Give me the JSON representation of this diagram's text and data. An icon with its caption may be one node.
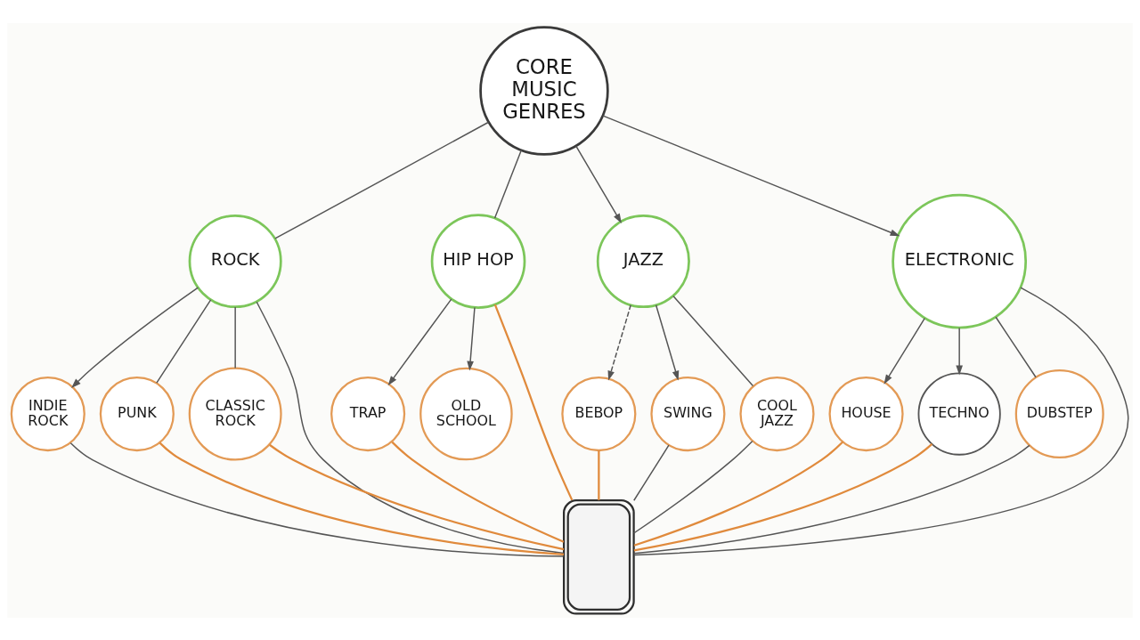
{
  "diagram": {
    "nodes": [
      {
        "text": [
          "CORE MUSIC GENRES"
        ]
      },
      {
        "text": [
          "ROCK"
        ]
      },
      {
        "text": [
          "HIP HOP"
        ]
      },
      {
        "text": [
          "JAZZ"
        ]
      },
      {
        "text": [
          "ELECTRONIC"
        ]
      },
      {
        "text": [
          "INDIE ROCK"
        ]
      },
      {
        "text": [
          "PUNK"
        ]
      },
      {
        "text": [
          "CLASSIC ROCK"
        ]
      },
      {
        "text": [
          "TRAP"
        ]
      },
      {
        "text": [
          "OLD SCHOOL"
        ]
      },
      {
        "text": [
          "BEBOP"
        ]
      },
      {
        "text": [
          "SWING"
        ]
      },
      {
        "text": [
          "COOL JAZZ"
        ]
      },
      {
        "text": [
          "HOUSE"
        ]
      },
      {
        "text": [
          "TECHNO"
        ]
      },
      {
        "text": [
          "DUBSTEP"
        ]
      },
      {
        "text": [],
        "shape": "picture"
      }
    ],
    "edges": [
      {
        "from": 0,
        "to": 1,
        "arrow": "none"
      },
      {
        "from": 0,
        "to": 2,
        "arrow": "none"
      },
      {
        "from": 0,
        "to": 3,
        "arrow": "to"
      },
      {
        "from": 0,
        "to": 4,
        "arrow": "to"
      },
      {
        "from": 1,
        "to": 5,
        "arrow": "to"
      },
      {
        "from": 1,
        "to": 6,
        "arrow": "none"
      },
      {
        "from": 1,
        "to": 7,
        "arrow": "none"
      },
      {
        "from": 2,
        "to": 8,
        "arrow": "to"
      },
      {
        "from": 2,
        "to": 9,
        "arrow": "to"
      },
      {
        "from": 3,
        "to": 10,
        "arrow": "to",
        "style": "dashed"
      },
      {
        "from": 3,
        "to": 11,
        "arrow": "to"
      },
      {
        "from": 3,
        "to": 12,
        "arrow": "none"
      },
      {
        "from": 4,
        "to": 13,
        "arrow": "to"
      },
      {
        "from": 4,
        "to": 14,
        "arrow": "to"
      },
      {
        "from": 4,
        "to": 15,
        "arrow": "none"
      },
      {
        "from": 5,
        "to": 16,
        "arrow": "none"
      },
      {
        "from": 6,
        "to": 16,
        "arrow": "none",
        "color": "#e08a3c"
      },
      {
        "from": 7,
        "to": 16,
        "arrow": "none",
        "color": "#e08a3c"
      },
      {
        "from": 1,
        "to": 16,
        "arrow": "none"
      },
      {
        "from": 8,
        "to": 16,
        "arrow": "none",
        "color": "#e08a3c"
      },
      {
        "from": 2,
        "to": 16,
        "arrow": "none",
        "color": "#e08a3c"
      },
      {
        "from": 10,
        "to": 16,
        "arrow": "none",
        "color": "#e08a3c"
      },
      {
        "from": 11,
        "to": 16,
        "arrow": "none"
      },
      {
        "from": 12,
        "to": 16,
        "arrow": "none"
      },
      {
        "from": 4,
        "to": 16,
        "arrow": "none"
      },
      {
        "from": 13,
        "to": 16,
        "arrow": "none",
        "color": "#e08a3c"
      },
      {
        "from": 14,
        "to": 16,
        "arrow": "none",
        "color": "#e08a3c"
      },
      {
        "from": 15,
        "to": 16,
        "arrow": "none"
      }
    ]
  }
}
